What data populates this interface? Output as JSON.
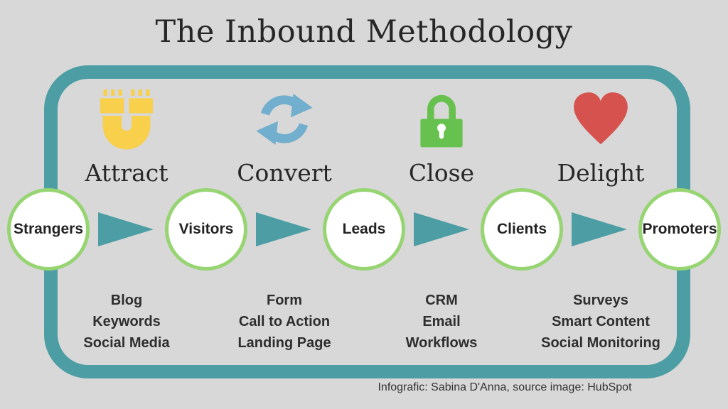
{
  "title": "The Inbound Methodology",
  "stages": [
    {
      "label": "Attract",
      "icon": "magnet-icon",
      "tactics": [
        "Blog",
        "Keywords",
        "Social Media"
      ]
    },
    {
      "label": "Convert",
      "icon": "refresh-arrows-icon",
      "tactics": [
        "Form",
        "Call to Action",
        "Landing Page"
      ]
    },
    {
      "label": "Close",
      "icon": "padlock-icon",
      "tactics": [
        "CRM",
        "Email",
        "Workflows"
      ]
    },
    {
      "label": "Delight",
      "icon": "heart-icon",
      "tactics": [
        "Surveys",
        "Smart Content",
        "Social Monitoring"
      ]
    }
  ],
  "funnel_stages": [
    {
      "label": "Strangers"
    },
    {
      "label": "Visitors"
    },
    {
      "label": "Leads"
    },
    {
      "label": "Clients"
    },
    {
      "label": "Promoters"
    }
  ],
  "footer": "Infografic: Sabina D'Anna, source image: HubSpot",
  "colors": {
    "background": "#d8d8d8",
    "frame_teal": "#4d9ea4",
    "arrow_teal": "#4d9ea4",
    "magnet_yellow": "#f8d04b",
    "refresh_blue": "#72aecd",
    "lock_green": "#67c14e",
    "heart_red": "#d5524e",
    "circle_border_green": "#97d472",
    "text_dark": "#262626"
  }
}
